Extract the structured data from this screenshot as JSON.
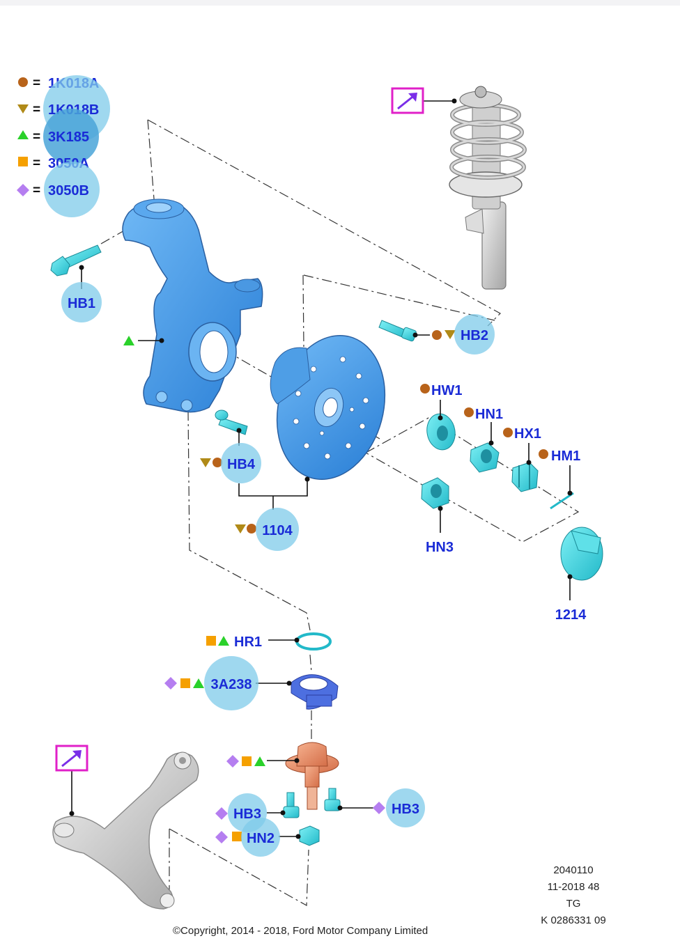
{
  "legend": [
    {
      "symbol": "circle",
      "color": "#b8631a",
      "eq": "=",
      "code": "1K018A"
    },
    {
      "symbol": "triangle-down",
      "color": "#b08a18",
      "eq": "=",
      "code": "1K018B"
    },
    {
      "symbol": "triangle",
      "color": "#2ad12a",
      "eq": "=",
      "code": "3K185"
    },
    {
      "symbol": "square",
      "color": "#f5a000",
      "eq": "=",
      "code": "3050A"
    },
    {
      "symbol": "diamond",
      "color": "#b57ef0",
      "eq": "=",
      "code": "3050B"
    }
  ],
  "callouts": {
    "hb1": "HB1",
    "hb2": "HB2",
    "hb4": "HB4",
    "p1104": "1104",
    "hw1": "HW1",
    "hn1": "HN1",
    "hx1": "HX1",
    "hm1": "HM1",
    "hn3": "HN3",
    "p1214": "1214",
    "hr1": "HR1",
    "p3a238": "3A238",
    "hb3_left": "HB3",
    "hb3_right": "HB3",
    "hn2": "HN2"
  },
  "colors": {
    "label": "#1a2bd6",
    "hotspot": "#7fcbea",
    "knuckle": "#3e98e8",
    "fastener": "#33d3e0",
    "ball_joint": "#e8906a",
    "link_box": "#e020c8",
    "link_arrow": "#7a2ee8",
    "strut": "#b8b8b8",
    "control_arm": "#c9c9c9"
  },
  "icons": [
    "external-link-icon",
    "external-link-icon"
  ],
  "footer": {
    "copyright": "©Copyright, 2014 - 2018, Ford Motor Company Limited",
    "ref_line1": "2040110",
    "ref_line2": "11-2018 48",
    "ref_line3": "TG",
    "ref_line4": "K 0286331 09"
  }
}
